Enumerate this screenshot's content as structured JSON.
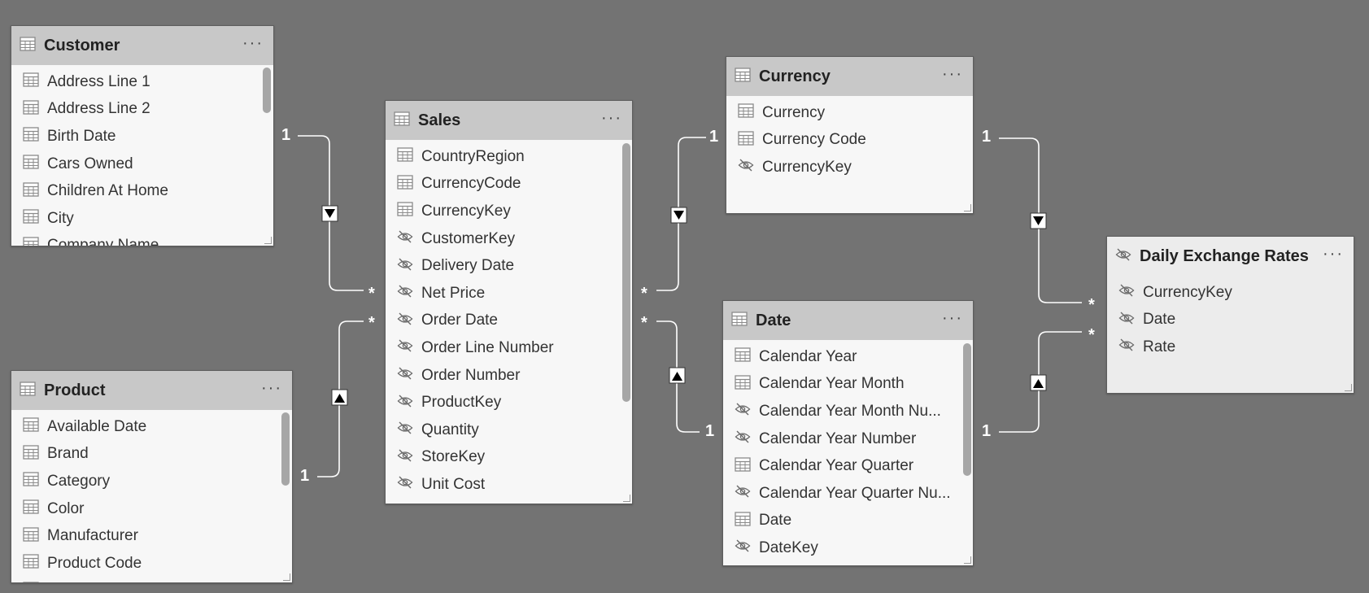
{
  "tables": {
    "customer": {
      "name": "Customer",
      "fields": [
        {
          "label": "Address Line 1",
          "hidden": false
        },
        {
          "label": "Address Line 2",
          "hidden": false
        },
        {
          "label": "Birth Date",
          "hidden": false
        },
        {
          "label": "Cars Owned",
          "hidden": false
        },
        {
          "label": "Children At Home",
          "hidden": false
        },
        {
          "label": "City",
          "hidden": false
        },
        {
          "label": "Company Name",
          "hidden": false
        }
      ]
    },
    "product": {
      "name": "Product",
      "fields": [
        {
          "label": "Available Date",
          "hidden": false
        },
        {
          "label": "Brand",
          "hidden": false
        },
        {
          "label": "Category",
          "hidden": false
        },
        {
          "label": "Color",
          "hidden": false
        },
        {
          "label": "Manufacturer",
          "hidden": false
        },
        {
          "label": "Product Code",
          "hidden": false
        },
        {
          "label": "",
          "hidden": false
        }
      ]
    },
    "sales": {
      "name": "Sales",
      "fields": [
        {
          "label": "CountryRegion",
          "hidden": false
        },
        {
          "label": "CurrencyCode",
          "hidden": false
        },
        {
          "label": "CurrencyKey",
          "hidden": false
        },
        {
          "label": "CustomerKey",
          "hidden": true
        },
        {
          "label": "Delivery Date",
          "hidden": true
        },
        {
          "label": "Net Price",
          "hidden": true
        },
        {
          "label": "Order Date",
          "hidden": true
        },
        {
          "label": "Order Line Number",
          "hidden": true
        },
        {
          "label": "Order Number",
          "hidden": true
        },
        {
          "label": "ProductKey",
          "hidden": true
        },
        {
          "label": "Quantity",
          "hidden": true
        },
        {
          "label": "StoreKey",
          "hidden": true
        },
        {
          "label": "Unit Cost",
          "hidden": true
        }
      ]
    },
    "currency": {
      "name": "Currency",
      "fields": [
        {
          "label": "Currency",
          "hidden": false
        },
        {
          "label": "Currency Code",
          "hidden": false
        },
        {
          "label": "CurrencyKey",
          "hidden": true
        }
      ]
    },
    "date": {
      "name": "Date",
      "fields": [
        {
          "label": "Calendar Year",
          "hidden": false
        },
        {
          "label": "Calendar Year Month",
          "hidden": false
        },
        {
          "label": "Calendar Year Month Nu...",
          "hidden": true
        },
        {
          "label": "Calendar Year Number",
          "hidden": true
        },
        {
          "label": "Calendar Year Quarter",
          "hidden": false
        },
        {
          "label": "Calendar Year Quarter Nu...",
          "hidden": true
        },
        {
          "label": "Date",
          "hidden": false
        },
        {
          "label": "DateKey",
          "hidden": true
        }
      ]
    },
    "rates": {
      "name": "Daily Exchange Rates",
      "fields": [
        {
          "label": "CurrencyKey",
          "hidden": true
        },
        {
          "label": "Date",
          "hidden": true
        },
        {
          "label": "Rate",
          "hidden": true
        }
      ]
    }
  },
  "more_label": "···",
  "cardinality": {
    "one": "1",
    "many": "*"
  },
  "colors": {
    "canvas": "#737373",
    "header": "#c8c8c8",
    "body": "#f7f7f7",
    "line": "#ffffff"
  }
}
